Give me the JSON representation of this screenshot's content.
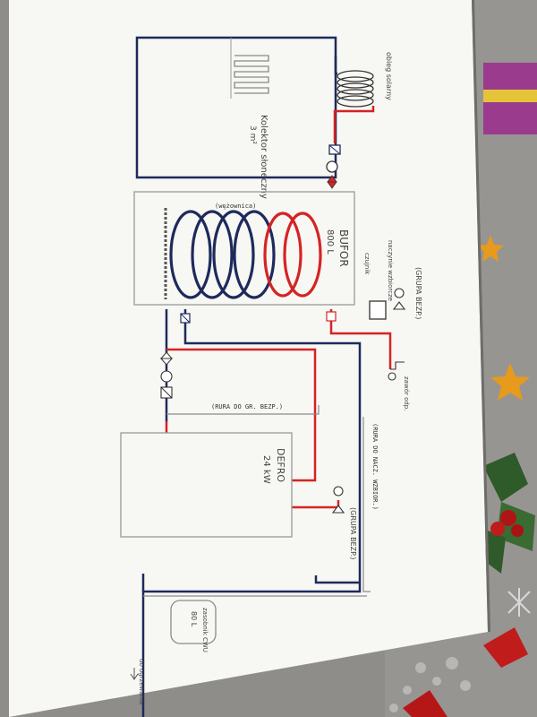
{
  "labels": {
    "collector": "Kolektor słoneczny",
    "collector_area": "3 m²",
    "solar_loop_note": "obieg solarny",
    "buffer_title": "BUFOR",
    "buffer_capacity": "800 L",
    "buffer_coil_note": "(wężownica)",
    "buffer_sensor": "czujnik",
    "boiler_title": "DEFRO",
    "boiler_power": "24 kW",
    "hot_water_tank": "zasobnik CWU",
    "hot_water_tank_capacity": "80 L",
    "safety_group_top": "(GRUPA BEZP.)",
    "safety_group_bottom": "(GRUPA BEZP.)",
    "to_expansion_vessel": "(RURA DO NACZ. WZBIOR.)",
    "to_safety_group": "(RURA DO GR. BEZP.)",
    "vent_valve": "zawór odp.",
    "expansion_vessel": "naczynie wzbiorcze",
    "to_heating": "do ogrzewania"
  },
  "colors": {
    "paper": "#f7f7f3",
    "pencil": "#8a8a8a",
    "cold_pipe": "#1e2a5c",
    "hot_pipe": "#d42424",
    "table": "#8e8d8a",
    "holly_green": "#2f5a2a",
    "berry_red": "#b01515",
    "star": "#e79a1c"
  }
}
